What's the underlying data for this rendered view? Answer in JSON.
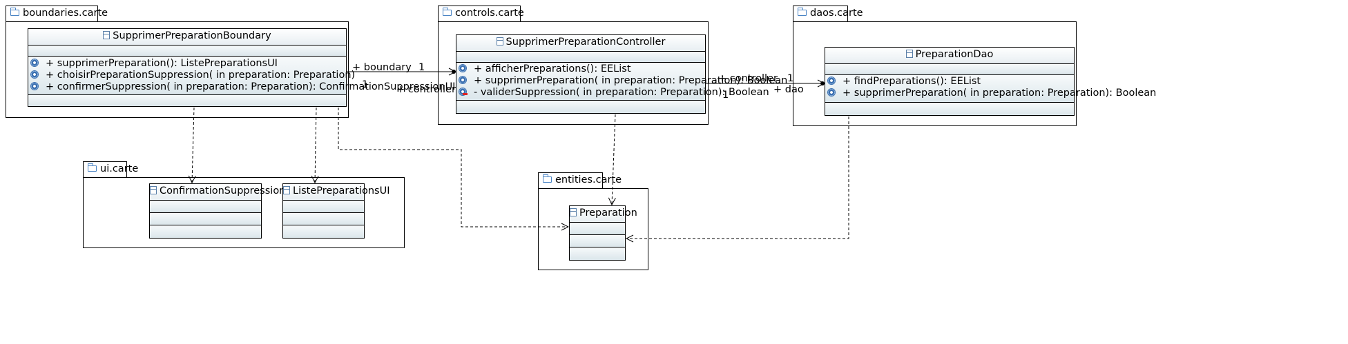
{
  "packages": {
    "boundaries": {
      "name": "boundaries.carte"
    },
    "controls": {
      "name": "controls.carte"
    },
    "daos": {
      "name": "daos.carte"
    },
    "ui": {
      "name": "ui.carte"
    },
    "entities": {
      "name": "entities.carte"
    }
  },
  "classes": {
    "boundary": {
      "name": "SupprimerPreparationBoundary",
      "operations": [
        "+ supprimerPreparation(): ListePreparationsUI",
        "+ choisirPreparationSuppression(  in preparation: Preparation)",
        "+ confirmerSuppression(  in preparation: Preparation): ConfirmationSuppressionUI"
      ]
    },
    "controller": {
      "name": "SupprimerPreparationController",
      "operations": [
        "+ afficherPreparations(): EEList",
        "+ supprimerPreparation(  in preparation: Preparation): Boolean",
        "- validerSuppression(  in preparation: Preparation): Boolean"
      ]
    },
    "dao": {
      "name": "PreparationDao",
      "operations": [
        "+ findPreparations(): EEList",
        "+ supprimerPreparation(  in preparation: Preparation): Boolean"
      ]
    },
    "confirmation_ui": {
      "name": "ConfirmationSuppressionUI"
    },
    "liste_ui": {
      "name": "ListePreparationsUI"
    },
    "preparation": {
      "name": "Preparation"
    }
  },
  "associations": {
    "boundary_controller": {
      "source_role": "+ boundary",
      "source_mult": "1",
      "target_role": "+ controller",
      "target_mult": "1"
    },
    "controller_dao": {
      "source_role": "+ controller",
      "source_mult": "1",
      "target_role": "+ dao",
      "target_mult": "1"
    }
  },
  "icons": {
    "package": "folder-icon",
    "class": "class-icon",
    "public_operation": "public-operation-icon",
    "private_operation": "private-operation-icon"
  },
  "colors": {
    "class_compartment": "#dbe6eb",
    "icon_blue": "#3a6fb0",
    "line": "#000000"
  }
}
